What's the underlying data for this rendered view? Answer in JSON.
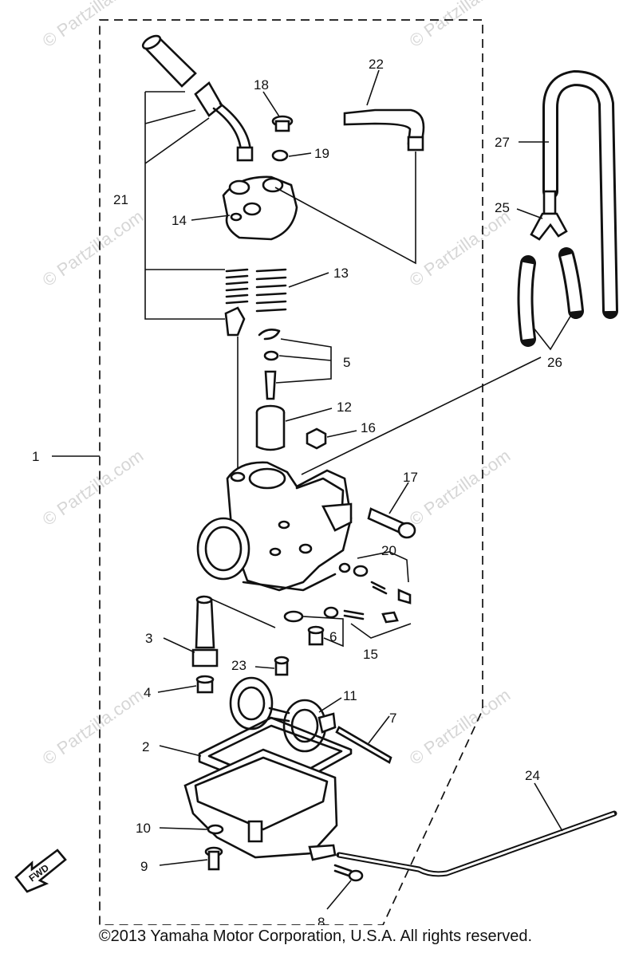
{
  "callouts": {
    "c1": "1",
    "c2": "2",
    "c3": "3",
    "c4": "4",
    "c5": "5",
    "c6": "6",
    "c7": "7",
    "c8": "8",
    "c9": "9",
    "c10": "10",
    "c11": "11",
    "c12": "12",
    "c13": "13",
    "c14": "14",
    "c15": "15",
    "c16": "16",
    "c17": "17",
    "c18": "18",
    "c19": "19",
    "c20": "20",
    "c21": "21",
    "c22": "22",
    "c23": "23",
    "c24": "24",
    "c25": "25",
    "c26": "26",
    "c27": "27"
  },
  "fwd_label": "FWD",
  "watermark": "© Partzilla.com",
  "copyright": "©2013 Yamaha Motor Corporation, U.S.A. All rights reserved.",
  "colors": {
    "ink": "#111111",
    "watermark": "#c9c9c9",
    "background": "#ffffff"
  }
}
